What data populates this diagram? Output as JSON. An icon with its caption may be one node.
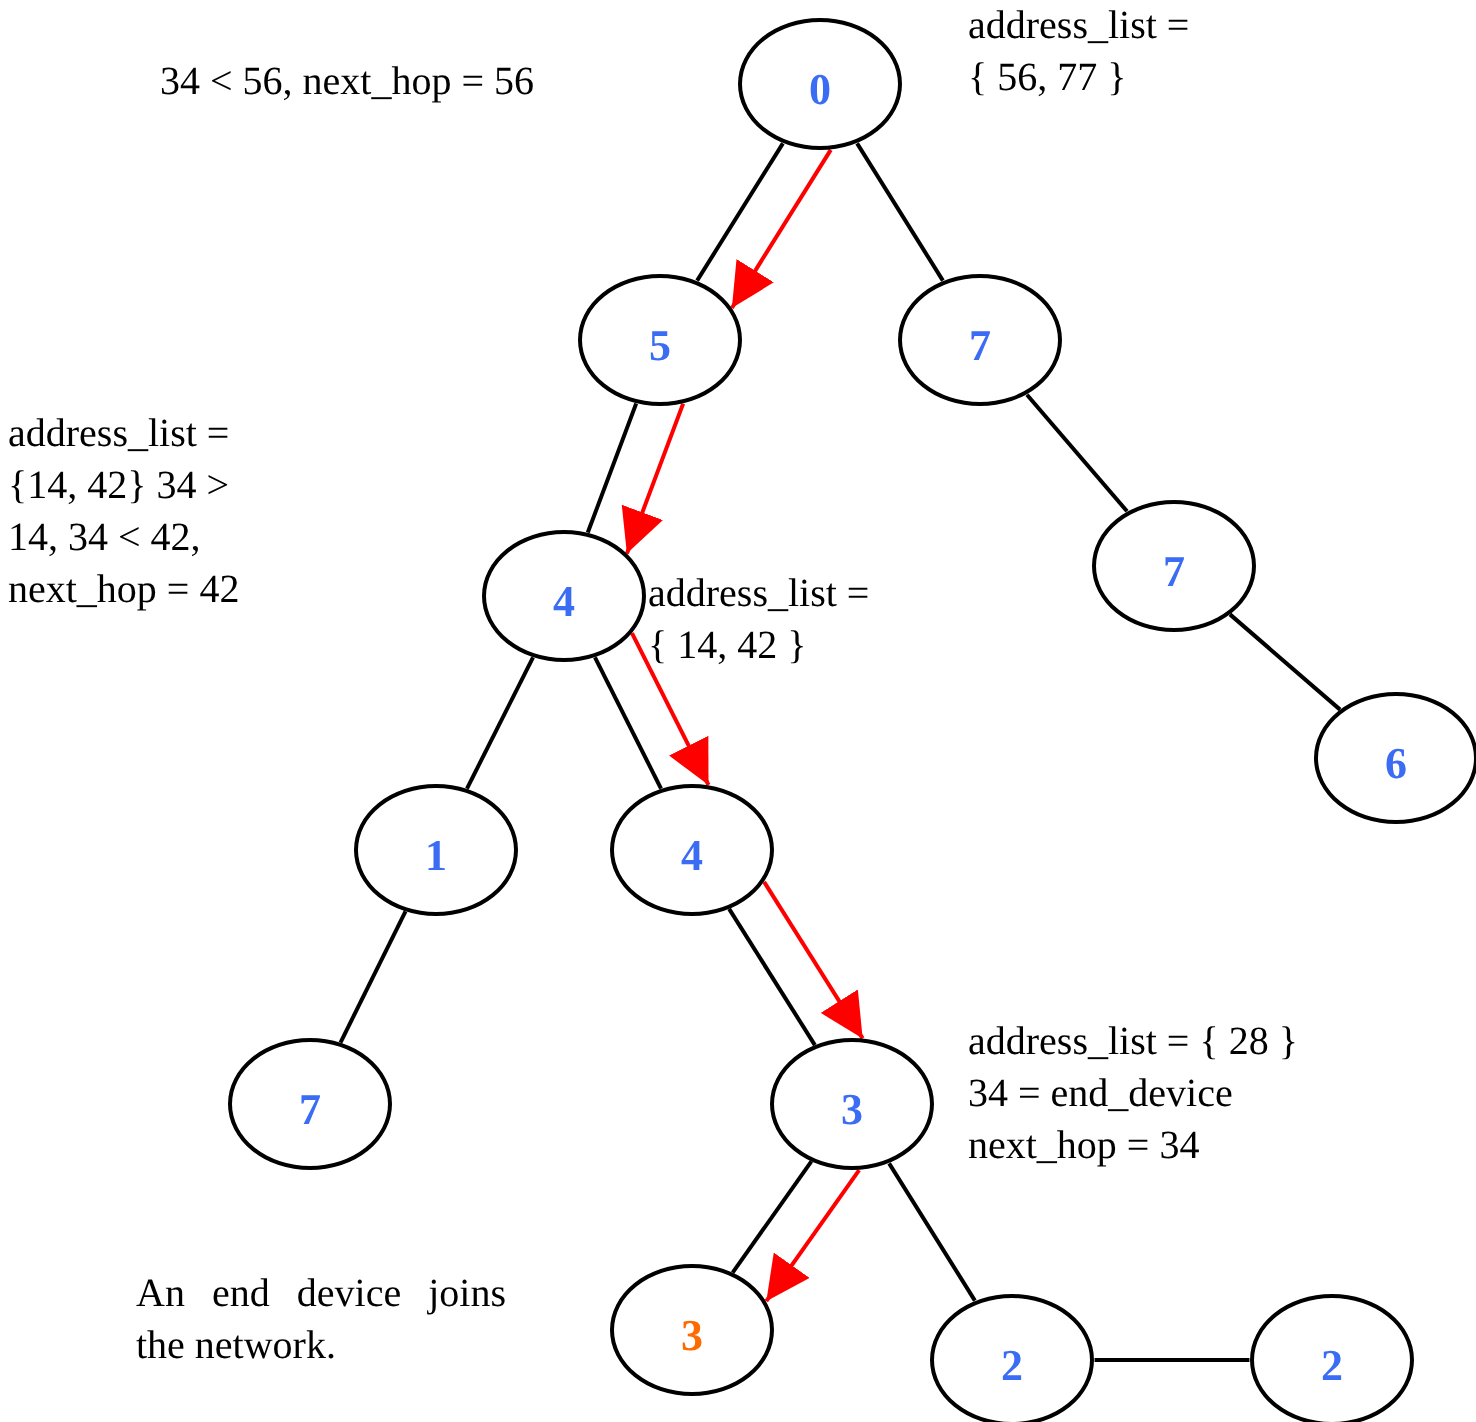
{
  "diagram": {
    "nodes": [
      {
        "text": [
          "0"
        ],
        "beside": [
          "address_list = { 56, 77 }"
        ]
      },
      {
        "text": [
          "5"
        ]
      },
      {
        "text": [
          "7"
        ]
      },
      {
        "text": [
          "7"
        ]
      },
      {
        "text": [
          "6"
        ]
      },
      {
        "text": [
          "4"
        ],
        "beside": [
          "address_list = { 14, 42 }"
        ]
      },
      {
        "text": [
          "1"
        ]
      },
      {
        "text": [
          "4"
        ]
      },
      {
        "text": [
          "7"
        ]
      },
      {
        "text": [
          "3"
        ],
        "beside": [
          "address_list = { 28 } 34 = end_device next_hop = 34"
        ]
      },
      {
        "text": [
          "3"
        ],
        "beside": [
          "An end device joins the network."
        ]
      },
      {
        "text": [
          "2"
        ]
      },
      {
        "text": [
          "2"
        ]
      }
    ],
    "edges": [
      {
        "from": 0,
        "to": 1,
        "arrow": "none"
      },
      {
        "from": 0,
        "to": 2,
        "arrow": "none"
      },
      {
        "from": 2,
        "to": 3,
        "arrow": "none"
      },
      {
        "from": 3,
        "to": 4,
        "arrow": "none"
      },
      {
        "from": 1,
        "to": 5,
        "arrow": "none"
      },
      {
        "from": 5,
        "to": 6,
        "arrow": "none"
      },
      {
        "from": 5,
        "to": 7,
        "arrow": "none"
      },
      {
        "from": 6,
        "to": 8,
        "arrow": "none"
      },
      {
        "from": 7,
        "to": 9,
        "arrow": "none"
      },
      {
        "from": 9,
        "to": 10,
        "arrow": "none"
      },
      {
        "from": 9,
        "to": 11,
        "arrow": "none"
      },
      {
        "from": 11,
        "to": 12,
        "arrow": "none"
      },
      {
        "from": 0,
        "to": 1,
        "arrow": "to",
        "color": "#ff0000"
      },
      {
        "from": 1,
        "to": 5,
        "arrow": "to",
        "color": "#ff0000"
      },
      {
        "from": 5,
        "to": 7,
        "arrow": "to",
        "color": "#ff0000"
      },
      {
        "from": 7,
        "to": 9,
        "arrow": "to",
        "color": "#ff0000"
      },
      {
        "from": 9,
        "to": 10,
        "arrow": "to",
        "color": "#ff0000"
      }
    ],
    "labels": [
      "34 < 56, next_hop = 56",
      "address_list = {14, 42} 34 > 14, 34 < 42, next_hop = 42"
    ]
  }
}
